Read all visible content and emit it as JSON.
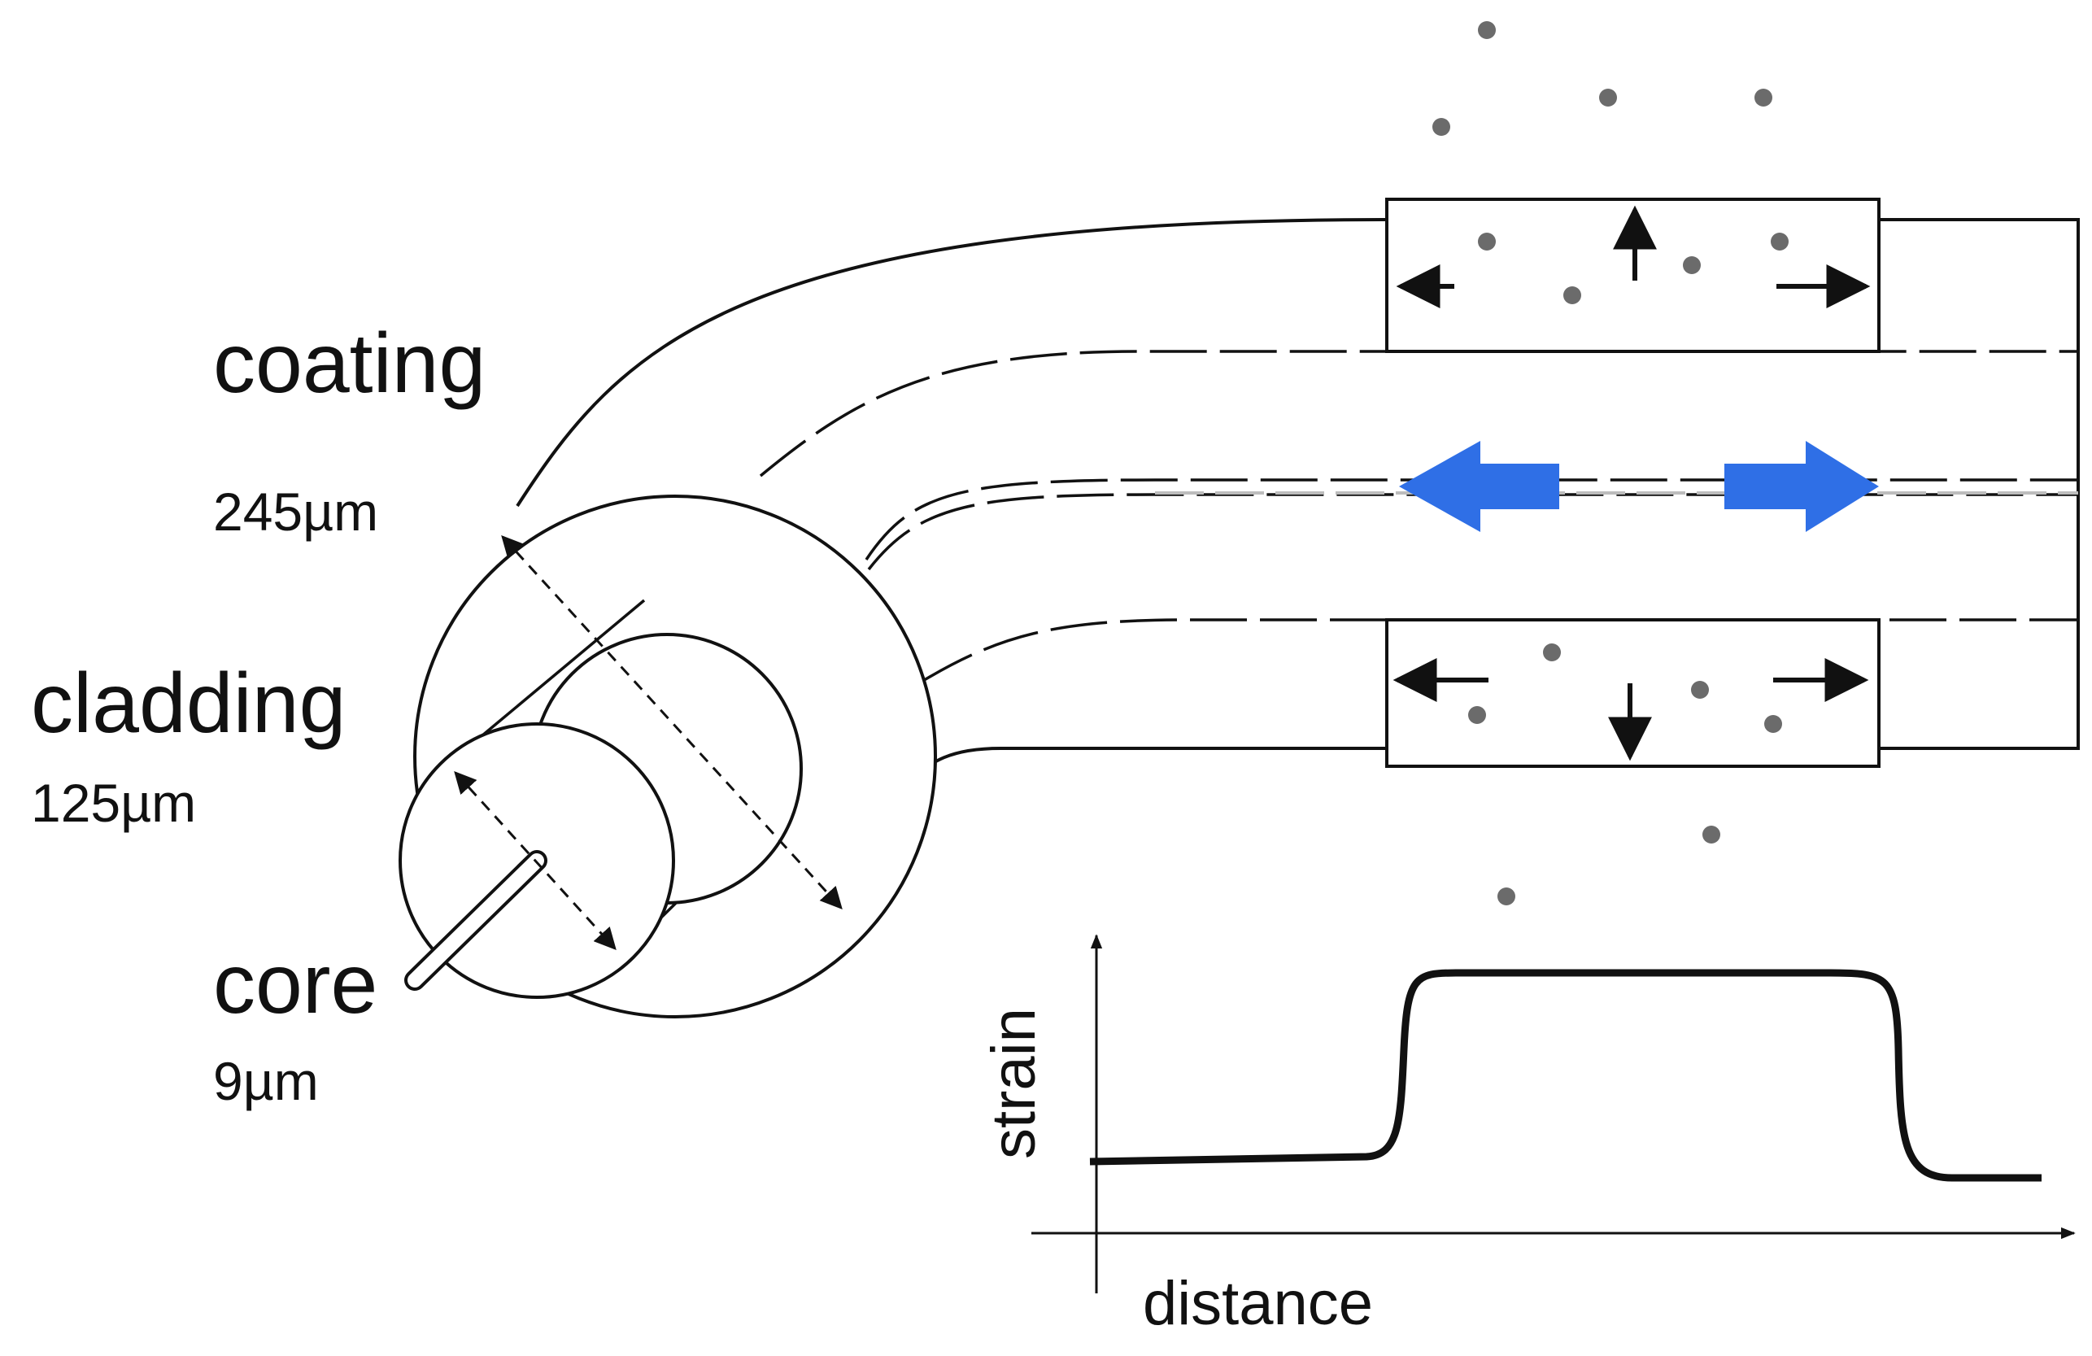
{
  "labels": {
    "coating": "coating",
    "coating_size": "245µm",
    "cladding": "cladding",
    "cladding_size": "125µm",
    "core": "core",
    "core_size": "9µm"
  },
  "graph": {
    "ylabel": "strain",
    "xlabel": "distance"
  },
  "colors": {
    "stroke": "#111111",
    "particles": "#6b6b6b",
    "strain_arrows": "#2f6fe6",
    "core_line": "#bdbdbd"
  }
}
